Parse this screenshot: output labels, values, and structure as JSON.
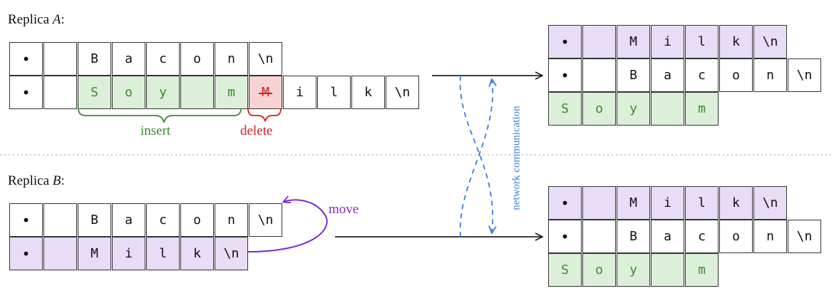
{
  "replica_a": {
    "label_prefix": "Replica ",
    "label_name": "A",
    "label_suffix": ":",
    "rows": [
      [
        {
          "t": "•",
          "s": "plain"
        },
        {
          "t": "",
          "s": "plain"
        },
        {
          "t": "B",
          "s": "plain"
        },
        {
          "t": "a",
          "s": "plain"
        },
        {
          "t": "c",
          "s": "plain"
        },
        {
          "t": "o",
          "s": "plain"
        },
        {
          "t": "n",
          "s": "plain"
        },
        {
          "t": "\\n",
          "s": "plain"
        }
      ],
      [
        {
          "t": "•",
          "s": "plain"
        },
        {
          "t": "",
          "s": "plain"
        },
        {
          "t": "S",
          "s": "green"
        },
        {
          "t": "o",
          "s": "green"
        },
        {
          "t": "y",
          "s": "green"
        },
        {
          "t": "",
          "s": "green"
        },
        {
          "t": "m",
          "s": "green"
        },
        {
          "t": "M",
          "s": "red"
        },
        {
          "t": "i",
          "s": "plain"
        },
        {
          "t": "l",
          "s": "plain"
        },
        {
          "t": "k",
          "s": "plain"
        },
        {
          "t": "\\n",
          "s": "plain"
        }
      ]
    ],
    "insert_label": "insert",
    "delete_label": "delete"
  },
  "replica_b": {
    "label_prefix": "Replica ",
    "label_name": "B",
    "label_suffix": ":",
    "rows": [
      [
        {
          "t": "•",
          "s": "plain"
        },
        {
          "t": "",
          "s": "plain"
        },
        {
          "t": "B",
          "s": "plain"
        },
        {
          "t": "a",
          "s": "plain"
        },
        {
          "t": "c",
          "s": "plain"
        },
        {
          "t": "o",
          "s": "plain"
        },
        {
          "t": "n",
          "s": "plain"
        },
        {
          "t": "\\n",
          "s": "plain"
        }
      ],
      [
        {
          "t": "•",
          "s": "purple"
        },
        {
          "t": "",
          "s": "purple"
        },
        {
          "t": "M",
          "s": "purple"
        },
        {
          "t": "i",
          "s": "purple"
        },
        {
          "t": "l",
          "s": "purple"
        },
        {
          "t": "k",
          "s": "purple"
        },
        {
          "t": "\\n",
          "s": "purple"
        }
      ]
    ],
    "move_label": "move"
  },
  "result": {
    "rows": [
      [
        {
          "t": "•",
          "s": "purple"
        },
        {
          "t": "",
          "s": "purple"
        },
        {
          "t": "M",
          "s": "purple"
        },
        {
          "t": "i",
          "s": "purple"
        },
        {
          "t": "l",
          "s": "purple"
        },
        {
          "t": "k",
          "s": "purple"
        },
        {
          "t": "\\n",
          "s": "purple"
        }
      ],
      [
        {
          "t": "•",
          "s": "plain"
        },
        {
          "t": "",
          "s": "plain"
        },
        {
          "t": "B",
          "s": "plain"
        },
        {
          "t": "a",
          "s": "plain"
        },
        {
          "t": "c",
          "s": "plain"
        },
        {
          "t": "o",
          "s": "plain"
        },
        {
          "t": "n",
          "s": "plain"
        },
        {
          "t": "\\n",
          "s": "plain"
        }
      ],
      [
        {
          "t": "S",
          "s": "green"
        },
        {
          "t": "o",
          "s": "green"
        },
        {
          "t": "y",
          "s": "green"
        },
        {
          "t": "",
          "s": "green"
        },
        {
          "t": "m",
          "s": "green"
        }
      ]
    ]
  },
  "network_label": "network communication",
  "colors": {
    "purple": "#e8dcf7",
    "green": "#dcefd9",
    "red": "#f6d3d2",
    "insert": "#3b8a2e",
    "delete": "#d0201c",
    "move": "#7a2bd6",
    "network": "#3b7be0"
  }
}
